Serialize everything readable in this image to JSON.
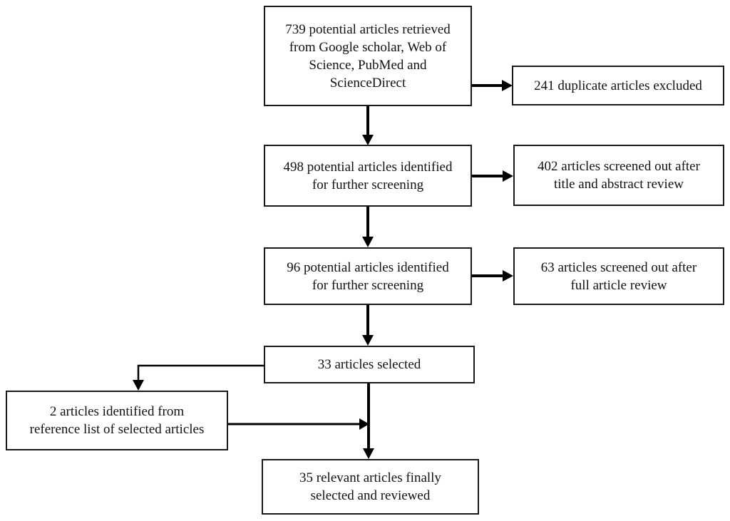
{
  "diagram": {
    "type": "flowchart",
    "colors": {
      "background": "#ffffff",
      "box_border": "#1a1a1a",
      "box_fill": "#ffffff",
      "text": "#111111",
      "arrow": "#000000"
    },
    "boxes": {
      "retrieved": {
        "lines": [
          "739 potential articles retrieved",
          "from Google scholar, Web of",
          "Science, PubMed and",
          "ScienceDirect"
        ],
        "count": 739
      },
      "duplicates_excluded": {
        "lines": [
          "241 duplicate articles excluded"
        ],
        "count": 241
      },
      "screening1": {
        "lines": [
          "498 potential articles identified",
          "for further screening"
        ],
        "count": 498
      },
      "screened_out_title_abstract": {
        "lines": [
          "402 articles screened out after",
          "title and abstract review"
        ],
        "count": 402
      },
      "screening2": {
        "lines": [
          "96 potential articles identified",
          "for further screening"
        ],
        "count": 96
      },
      "screened_out_full_article": {
        "lines": [
          "63 articles screened out after",
          "full article review"
        ],
        "count": 63
      },
      "selected": {
        "lines": [
          "33 articles selected"
        ],
        "count": 33
      },
      "reference_list": {
        "lines": [
          "2 articles identified from",
          "reference list of selected articles"
        ],
        "count": 2
      },
      "final": {
        "lines": [
          "35 relevant articles finally",
          "selected and reviewed"
        ],
        "count": 35
      }
    }
  }
}
